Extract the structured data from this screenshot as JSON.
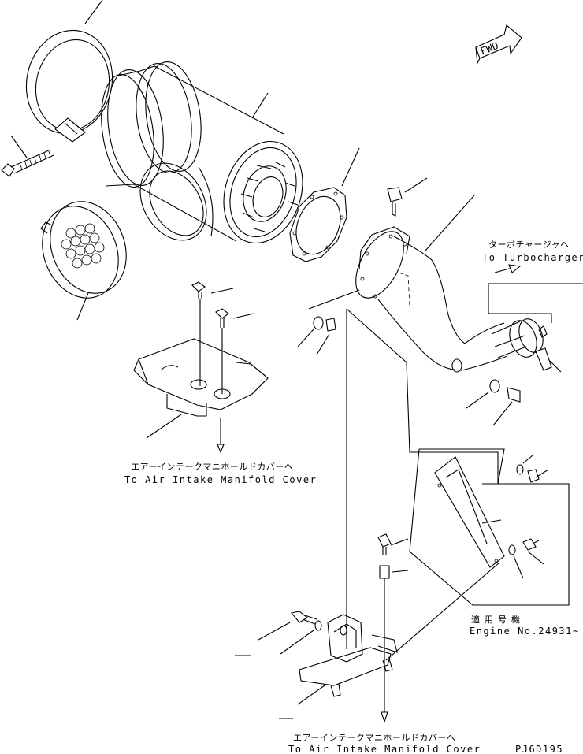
{
  "badge": {
    "fwd": "FWD"
  },
  "labels": {
    "turbo_jp": "ターボチャージャへ",
    "turbo_en": "To Turbocharger",
    "manifold1_jp": "エアーインテークマニホールドカバーへ",
    "manifold1_en": "To Air Intake Manifold Cover",
    "engine_jp": "適用号機",
    "engine_en": "Engine No.24931~",
    "manifold2_jp": "エアーインテークマニホールドカバーへ",
    "manifold2_en": "To Air Intake Manifold Cover",
    "drawing_code": "PJ6D195"
  }
}
